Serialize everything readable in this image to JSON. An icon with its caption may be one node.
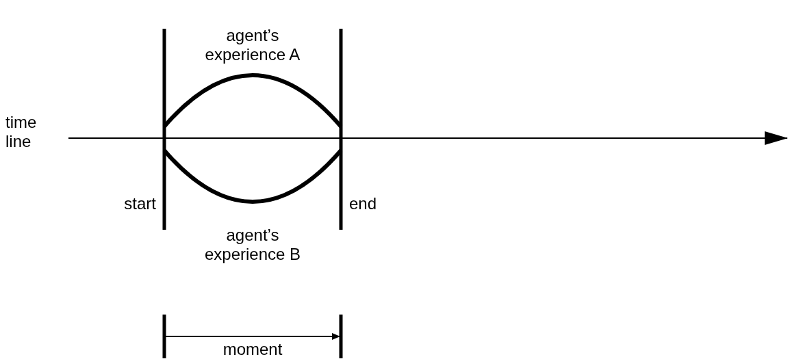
{
  "diagram": {
    "labels": [
      "agent’s experience A",
      "time line",
      "start",
      "end",
      "agent’s experience B",
      "moment"
    ]
  }
}
